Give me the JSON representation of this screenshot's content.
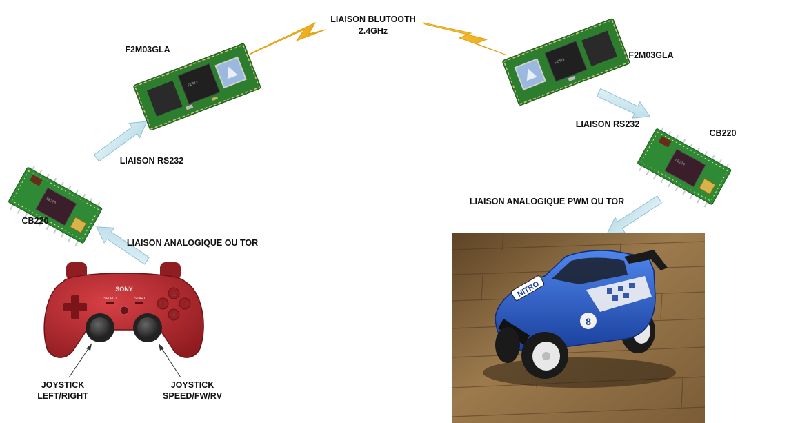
{
  "labels": {
    "bluetooth_line1": "LIAISON BLUTOOTH",
    "bluetooth_line2": "2.4GHz",
    "module_left": "F2M03GLA",
    "module_right": "F2M03GLA",
    "rs232_left": "LIAISON RS232",
    "rs232_right": "LIAISON RS232",
    "cb220_left": "CB220",
    "cb220_right": "CB220",
    "analog_tor": "LIAISON ANALOGIQUE OU TOR",
    "pwm_tor": "LIAISON ANALOGIQUE PWM OU TOR",
    "joy_left_line1": "JOYSTICK",
    "joy_left_line2": "LEFT/RIGHT",
    "joy_right_line1": "JOYSTICK",
    "joy_right_line2": "SPEED/FW/RV"
  },
  "device_text": {
    "controller_brand": "SONY",
    "select_label": "SELECT",
    "start_label": "START",
    "chip_marking": "CB220",
    "module_marking": "F2M03",
    "car_brand": "NITRO",
    "car_number": "8"
  },
  "colors": {
    "bolt": "#f2b41a",
    "arrow_fill": "#c9e6ef",
    "arrow_stroke": "#8fc2d3",
    "pcb_green": "#2f7d2f",
    "controller_red": "#b3262a",
    "car_blue": "#2558c9",
    "floor_wood": "#8a6a43"
  }
}
